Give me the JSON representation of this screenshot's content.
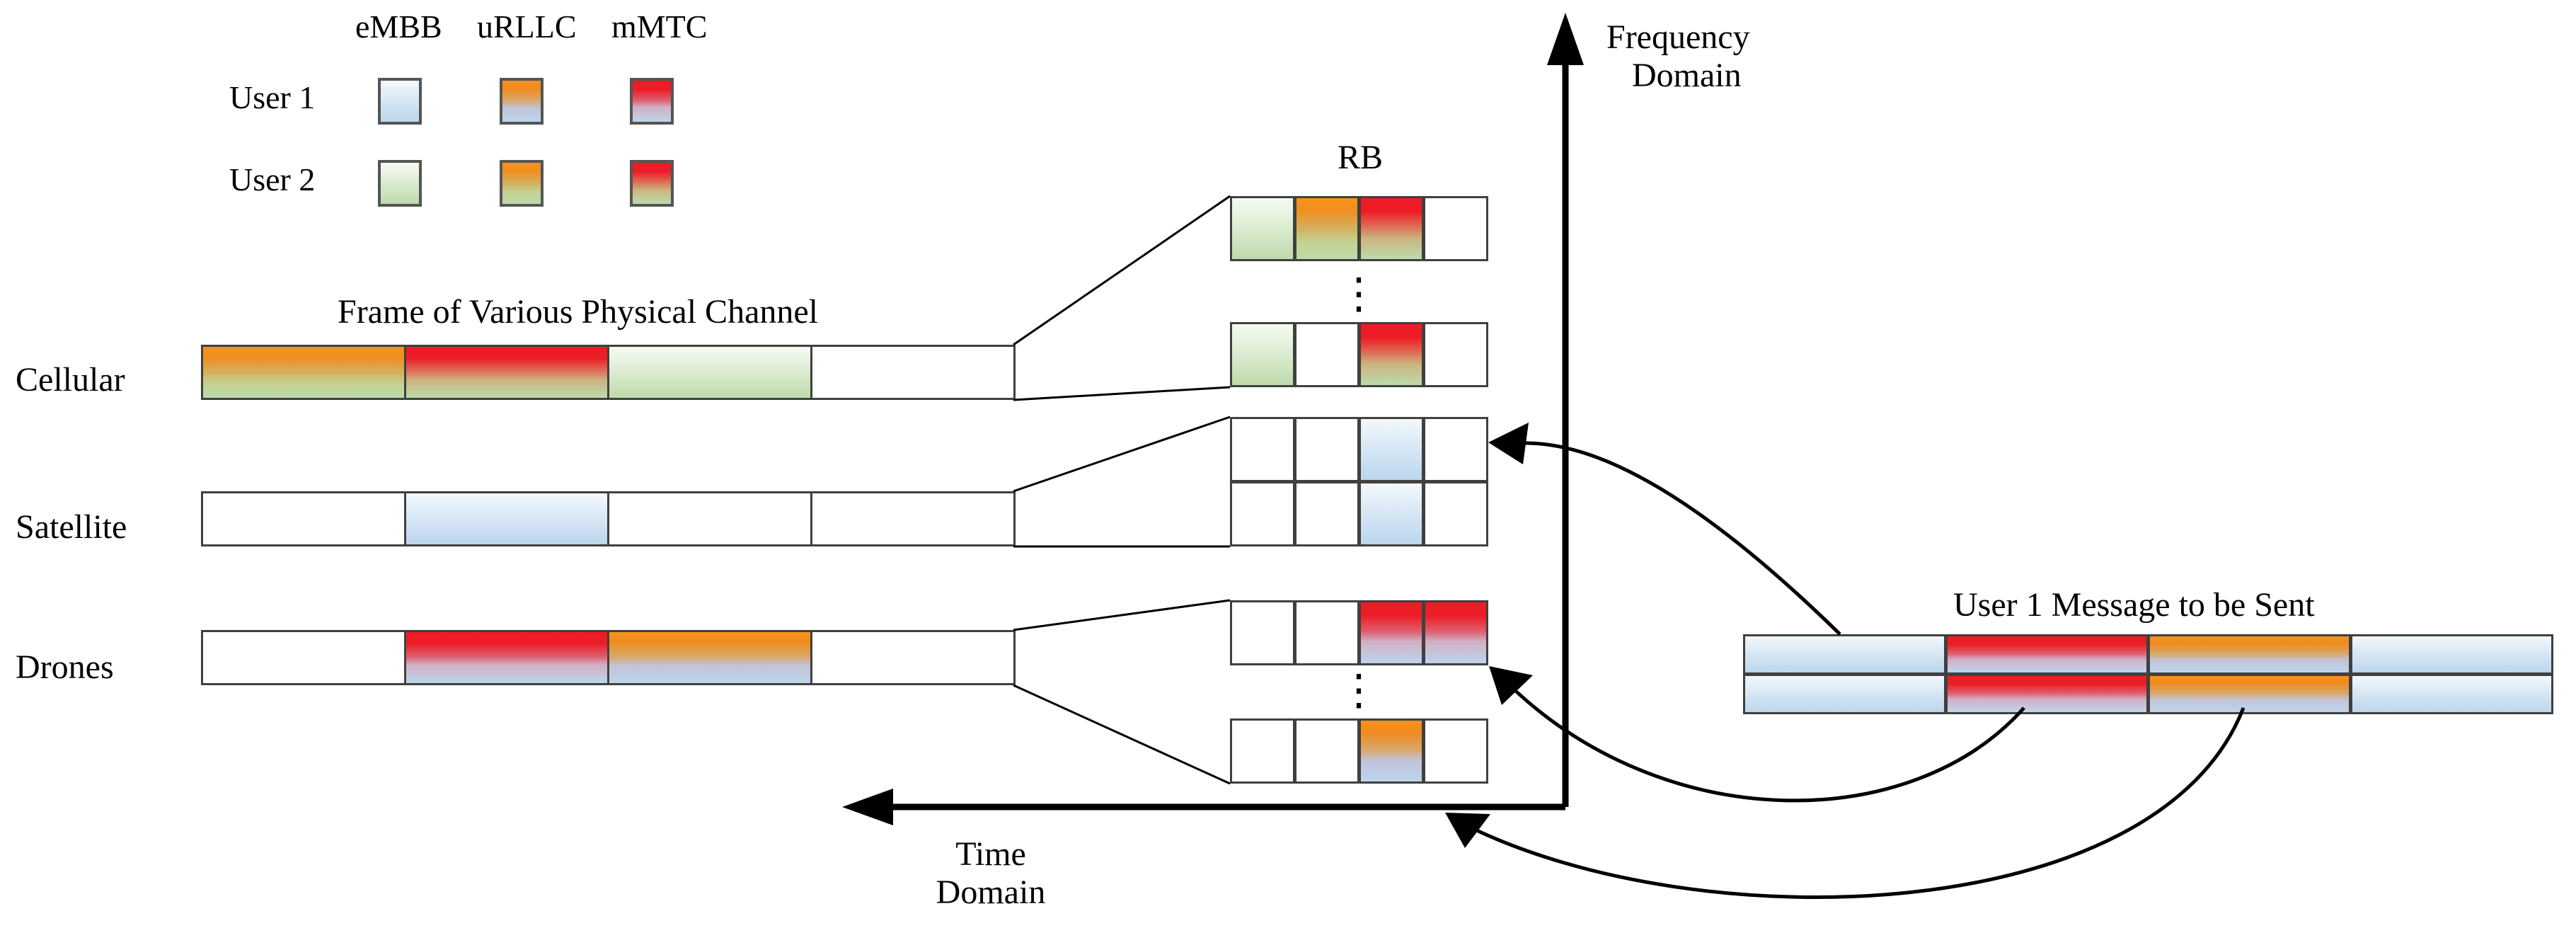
{
  "legend": {
    "column_headers": [
      "eMBB",
      "uRLLC",
      "mMTC"
    ],
    "rows": [
      {
        "label": "User 1",
        "swatches": [
          "user1-embb",
          "user1-urllc",
          "user1-mmtc"
        ]
      },
      {
        "label": "User 2",
        "swatches": [
          "user2-embb",
          "user2-urllc",
          "user2-mmtc"
        ]
      }
    ]
  },
  "titles": {
    "frame_title": "Frame of Various Physical Channel",
    "rb_title": "RB",
    "message_title": "User 1 Message to be Sent"
  },
  "axes": {
    "frequency": {
      "line1": "Frequency",
      "line2": "Domain",
      "arrow": "up-arrow-icon"
    },
    "time": {
      "line1": "Time",
      "line2": "Domain",
      "arrow": "left-arrow-icon"
    }
  },
  "network_rows": [
    {
      "label": "Cellular",
      "frame_cells": [
        "user2-urllc",
        "user2-mmtc",
        "user2-embb",
        "white"
      ],
      "rb_blocks": [
        {
          "cells": [
            "user2-embb",
            "user2-urllc",
            "user2-mmtc",
            "white"
          ]
        },
        {
          "cells": [
            "user2-embb",
            "white",
            "user2-mmtc",
            "white"
          ]
        }
      ],
      "ellipsis": "⋮"
    },
    {
      "label": "Satellite",
      "frame_cells": [
        "white",
        "user1-embb",
        "white",
        "white"
      ],
      "rb_blocks": [
        {
          "cells": [
            "white",
            "white",
            "user1-embb",
            "white"
          ]
        },
        {
          "cells": [
            "white",
            "white",
            "user1-embb",
            "white"
          ]
        }
      ],
      "ellipsis": ""
    },
    {
      "label": "Drones",
      "frame_cells": [
        "white",
        "user1-mmtc",
        "user1-urllc",
        "white"
      ],
      "rb_blocks": [
        {
          "cells": [
            "white",
            "white",
            "user1-mmtc",
            "user1-mmtc"
          ]
        },
        {
          "cells": [
            "white",
            "white",
            "user1-urllc",
            "white"
          ]
        }
      ],
      "ellipsis": "⋮"
    }
  ],
  "message_grid": {
    "rows": [
      {
        "cells": [
          "user1-embb",
          "user1-mmtc",
          "user1-urllc",
          "user1-embb"
        ]
      },
      {
        "cells": [
          "user1-embb",
          "user1-mmtc",
          "user1-urllc",
          "user1-embb"
        ]
      }
    ]
  },
  "colors": {
    "user1_accent": "#bcd6ec",
    "user2_accent": "#bddbab",
    "urllc": "#f7931d",
    "mmtc": "#ee1c25",
    "stroke": "#404040",
    "background": "#ffffff"
  }
}
